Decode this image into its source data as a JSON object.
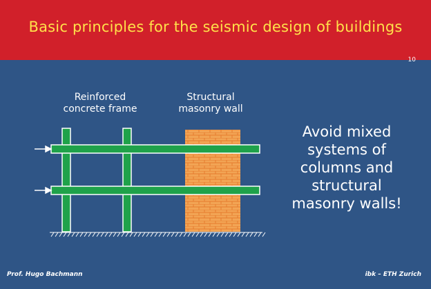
{
  "slide": {
    "title": "Basic principles for the seismic design of buildings",
    "number": "10"
  },
  "diagram": {
    "label_frame": "Reinforced\nconcrete frame",
    "label_wall": "Structural\nmasonry wall",
    "message": "Avoid mixed\nsystems of\ncolumns and\nstructural\nmasonry walls!"
  },
  "footer": {
    "author": "Prof. Hugo Bachmann",
    "institution": "ibk – ETH Zurich"
  },
  "colors": {
    "background": "#2f5586",
    "title_bar": "#d1202a",
    "title_text": "#ffe14a",
    "frame_fill": "#1fa24a",
    "frame_outline": "#ffffff",
    "masonry_fill": "#f2a454",
    "masonry_mortar": "#e57b2e"
  }
}
